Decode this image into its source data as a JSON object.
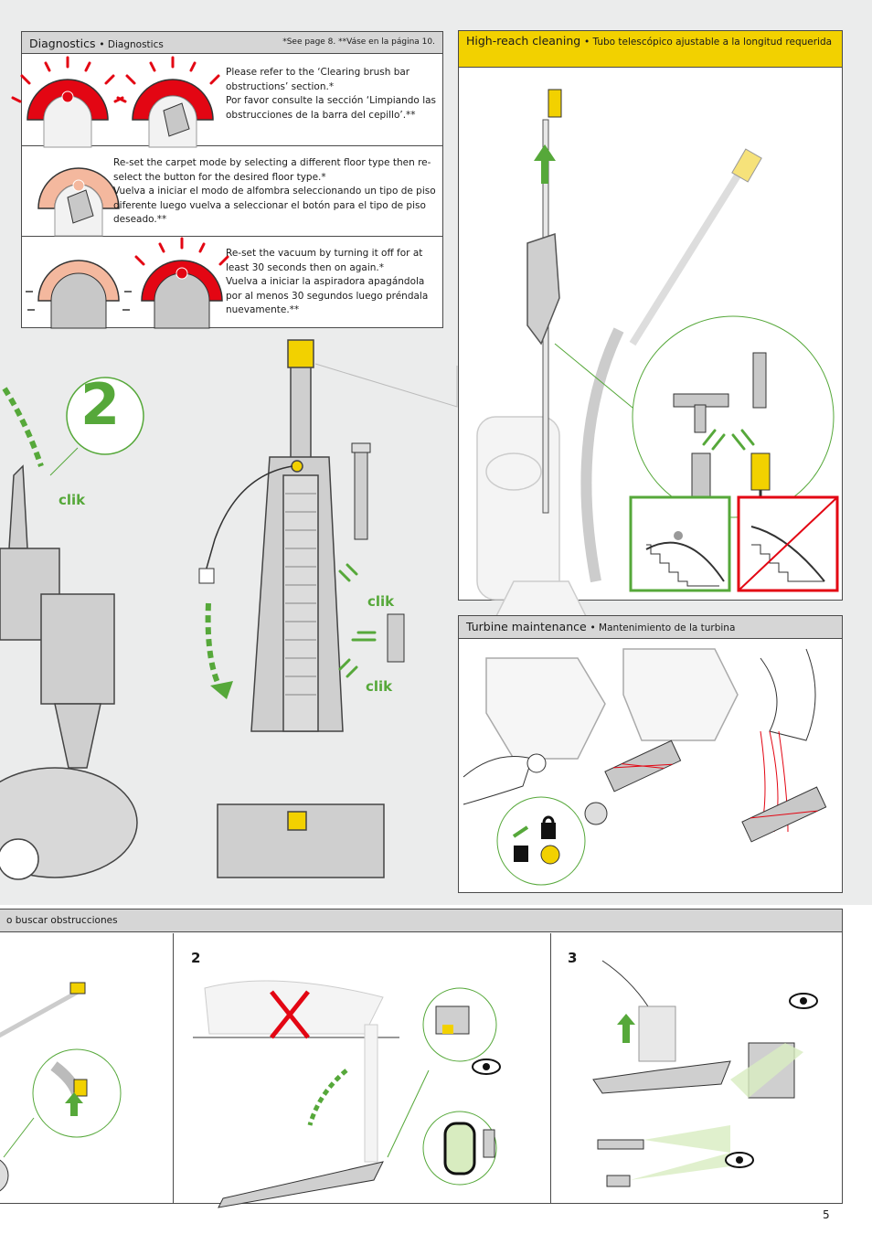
{
  "diagnostics": {
    "title_en": "Diagnostics",
    "title_es": "Diagnostics",
    "note": "*See page 8.  **Váse en la página 10.",
    "rows": [
      {
        "text": "Please refer to the ‘Clearing brush bar obstructions’ section.*\nPor favor consulte la sección ‘Limpiando las obstrucciones de la barra del cepillo’.**"
      },
      {
        "text": "Re-set the carpet mode by selecting a different floor type then re-select the button for the desired floor type.*\nVuelva a iniciar el modo de alfombra seleccionando un tipo de piso diferente luego vuelva a seleccionar el botón para el tipo de piso deseado.**"
      },
      {
        "text": "Re-set the vacuum by turning it off for at least 30 seconds then on again.*\nVuelva a iniciar la aspiradora apagándola por al menos 30 segundos luego préndala nuevamente.**"
      }
    ]
  },
  "high_reach": {
    "title_en": "High-reach cleaning",
    "title_es": "Tubo telescópico ajustable a la longitud requerida"
  },
  "turbine": {
    "title_en": "Turbine maintenance",
    "title_es": "Mantenimiento de la turbina"
  },
  "step2_main": {
    "number": "2",
    "clik1": "clik",
    "clik2": "clik",
    "clik3": "clik"
  },
  "bottom_panel": {
    "header_es": "o buscar obstrucciones",
    "step2": "2",
    "step3": "3"
  },
  "page_number": "5",
  "colors": {
    "accent_yellow": "#f2d100",
    "accent_green": "#56a83a",
    "warning_red": "#e30613",
    "soft_red": "#f4b89e",
    "panel_gray": "#d6d6d6",
    "background_gray": "#ebecec"
  }
}
